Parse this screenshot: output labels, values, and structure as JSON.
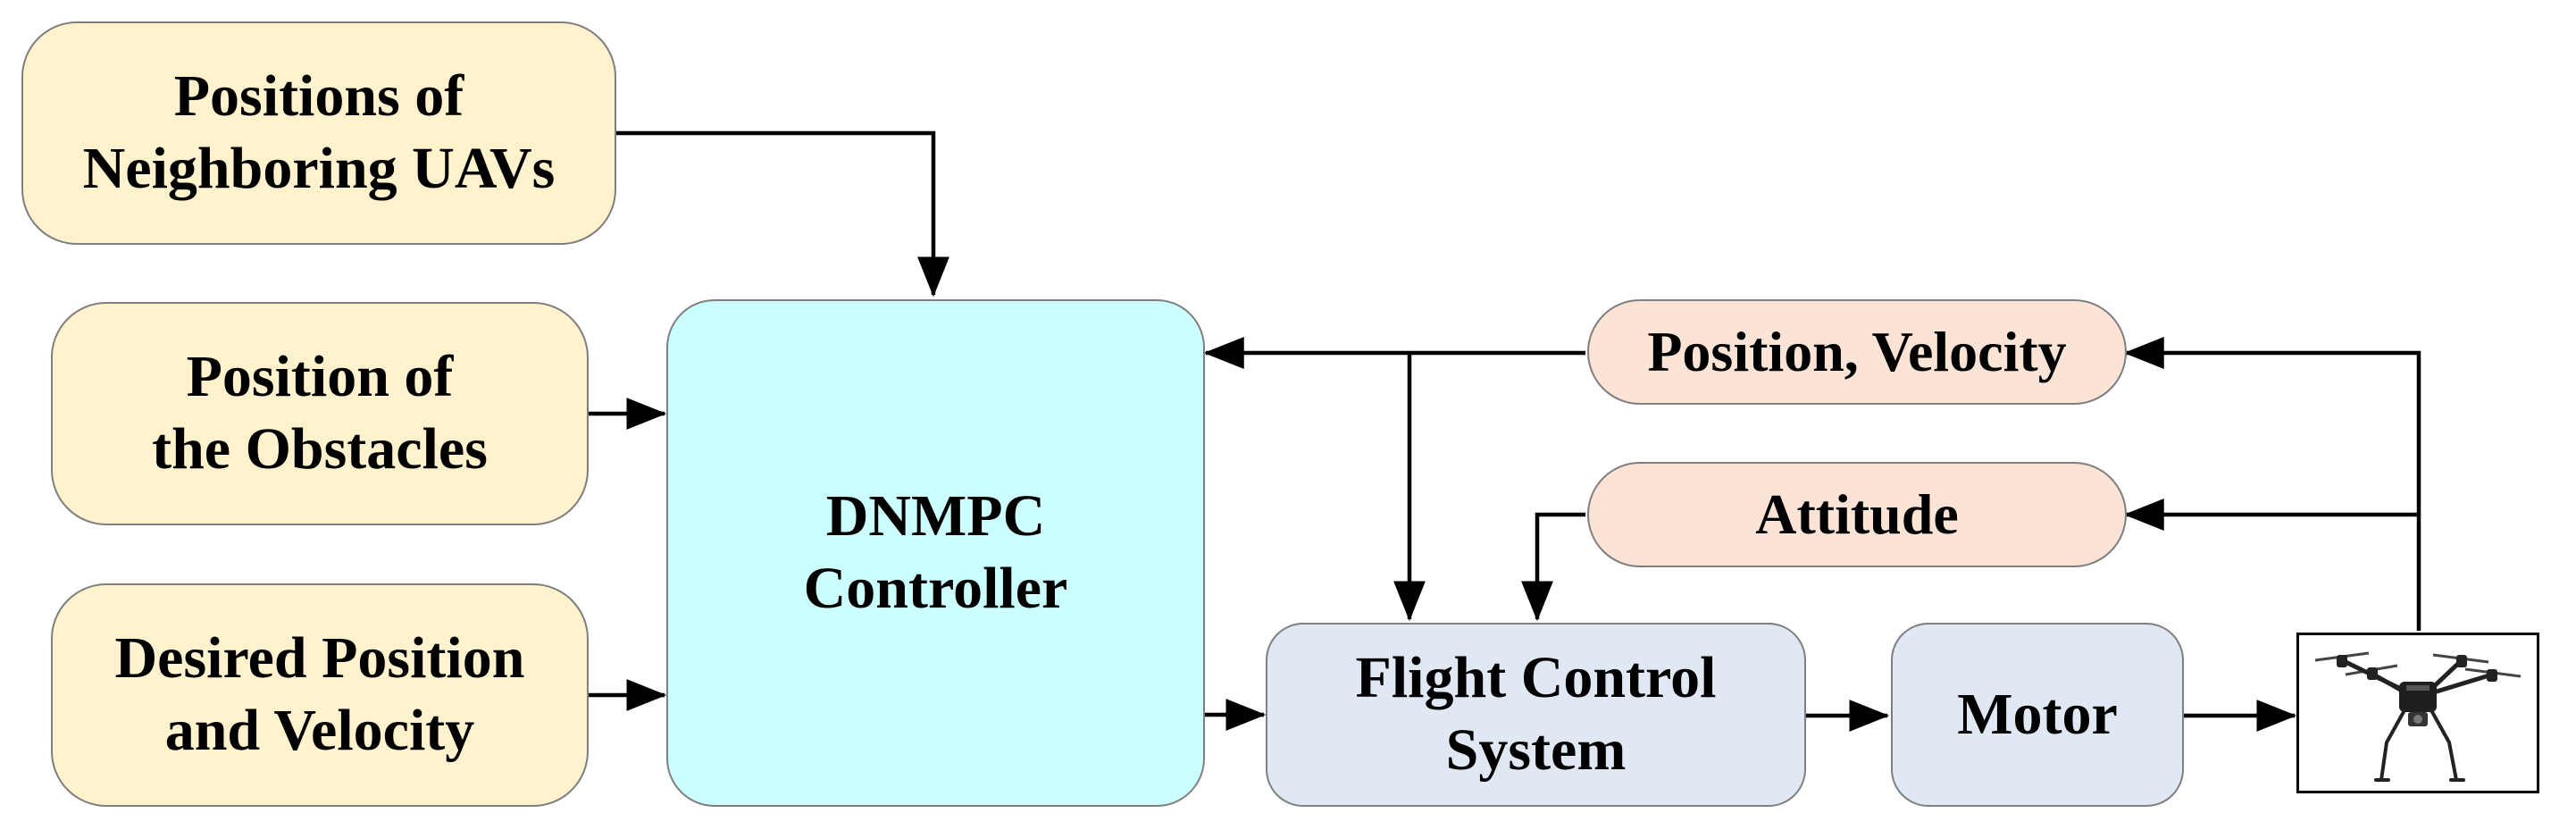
{
  "nodes": {
    "neighbors": {
      "line1": "Positions of",
      "line2": "Neighboring UAVs"
    },
    "obstacles": {
      "line1": "Position of",
      "line2": "the Obstacles"
    },
    "desired": {
      "line1": "Desired Position",
      "line2": "and Velocity"
    },
    "controller": {
      "line1": "DNMPC",
      "line2": "Controller"
    },
    "fcs": {
      "line1": "Flight Control",
      "line2": "System"
    },
    "motor": {
      "label": "Motor"
    },
    "posvel": {
      "label": "Position, Velocity"
    },
    "attitude": {
      "label": "Attitude"
    }
  },
  "icons": {
    "vehicle": "quadcopter-drone-icon"
  },
  "colors": {
    "input_fill": "#fff2cc",
    "controller_fill": "#ccffff",
    "system_fill": "#dfe8f3",
    "state_fill": "#fbe4d5",
    "border": "#7f7f7f",
    "arrow": "#000000"
  }
}
